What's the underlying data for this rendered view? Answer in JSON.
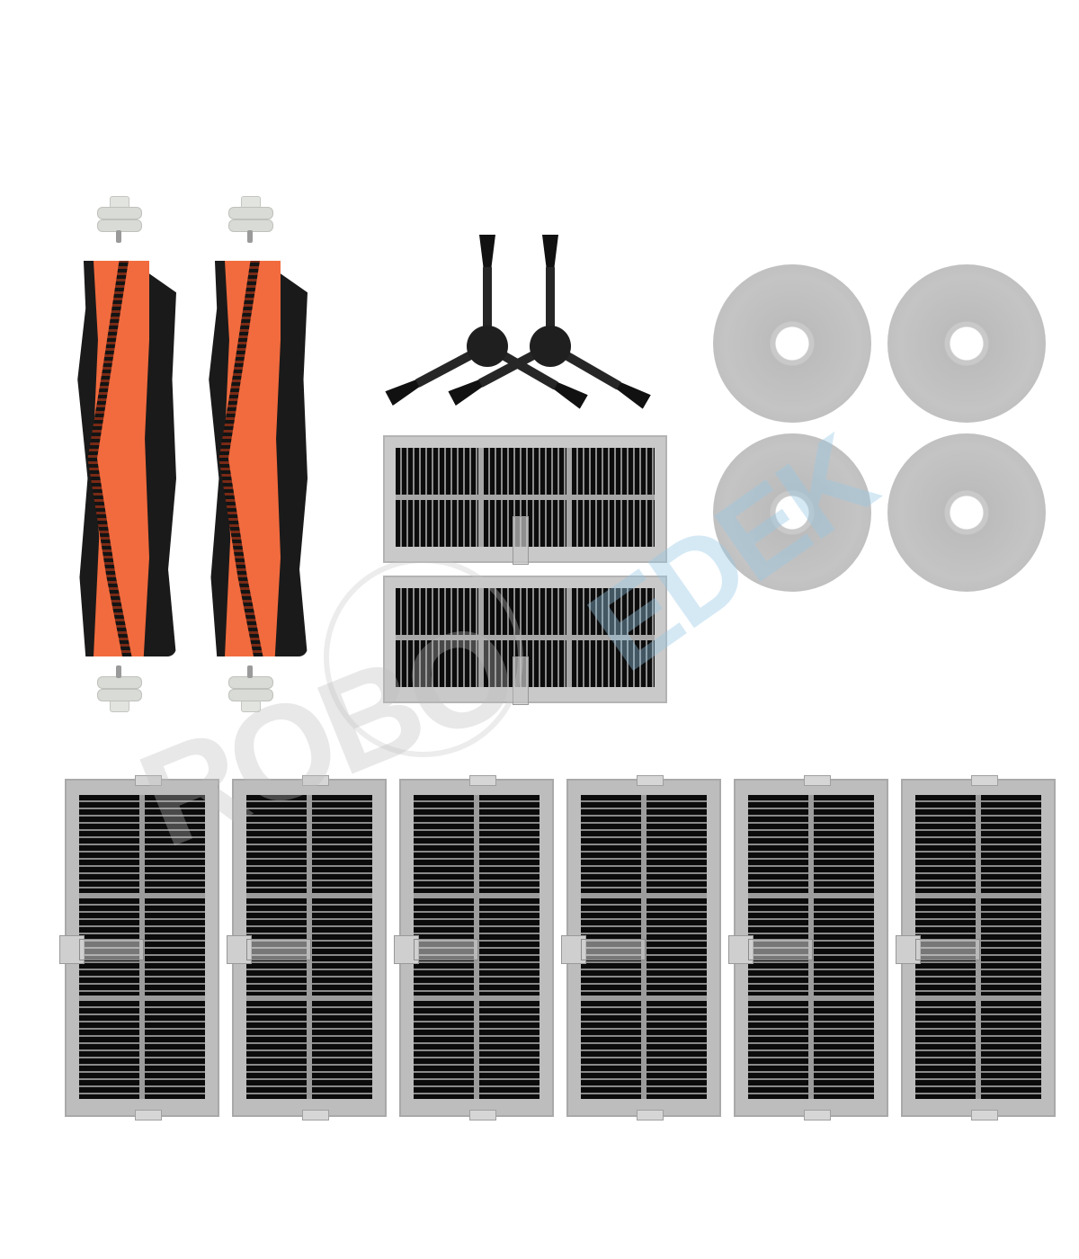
{
  "product_image": {
    "background": "#ffffff",
    "items": {
      "main_brushes": {
        "count": 2,
        "color_blade": "#f26b3e",
        "color_bristle": "#1a1a1a"
      },
      "side_brushes": {
        "count": 2,
        "color": "#1f1f1f"
      },
      "horizontal_filters": {
        "count": 2
      },
      "mop_pads": {
        "count": 4,
        "color": "#c4c4c4"
      },
      "vertical_filters": {
        "count": 6
      }
    },
    "watermark": {
      "left_text": "ROBO",
      "right_text": "EDEK",
      "left_color": "#bebebe",
      "right_color": "#96c8e6"
    }
  }
}
